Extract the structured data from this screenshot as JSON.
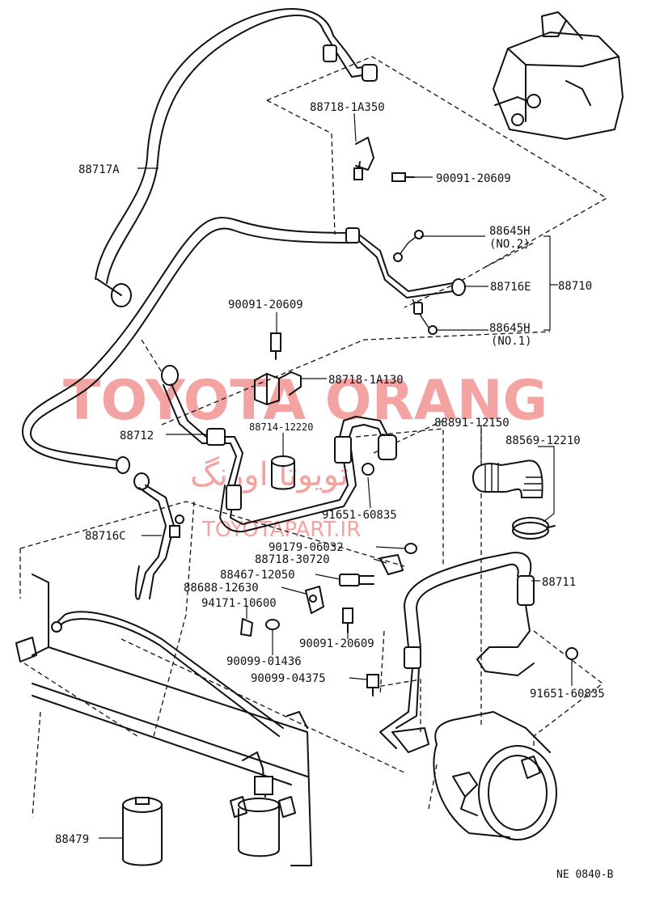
{
  "labels": {
    "hose_discharge": "88717A",
    "bracket_upper": "88718-1A350",
    "bolt_upper": "90091-20609",
    "switch_no2": "88645H",
    "switch_no2_sub": "(NO.2)",
    "tube_e": "88716E",
    "group_ref": "88710",
    "switch_no1": "88645H",
    "switch_no1_sub": "(NO.1)",
    "bolt_mid": "90091-20609",
    "bracket_mid": "88718-1A130",
    "tube_88712": "88712",
    "cushion": "88714-12220",
    "hose_suction": "88891-12150",
    "insulator": "88569-12210",
    "oring_mid": "91651-60835",
    "tube_c": "88716C",
    "nut": "90179-06032",
    "bracket_lower": "88718-30720",
    "pressure_switch": "88467-12050",
    "plate": "88688-12630",
    "hose_88711": "88711",
    "clip": "94171-10600",
    "bolt_lower": "90091-20609",
    "washer": "90099-01436",
    "oring_lower": "91651-60835",
    "bolt_90099": "90099-04375",
    "receiver": "88479",
    "figure_code": "NE  0840-B"
  },
  "watermark": {
    "brand": "TOYOTA ORANG",
    "persian": "تویوتا اورنگ",
    "url": "TOYOTAPART.IR",
    "color": "#f4a3a3"
  }
}
